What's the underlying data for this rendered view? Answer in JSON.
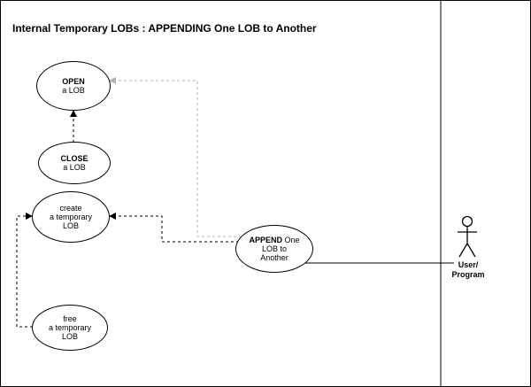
{
  "title": "Internal Temporary LOBs : APPENDING One LOB to Another",
  "colors": {
    "black": "#000000",
    "gray_arrow": "#b3b3b3",
    "background": "#ffffff"
  },
  "usecases": {
    "open": {
      "keyword": "OPEN",
      "line2": "a LOB"
    },
    "close": {
      "keyword": "CLOSE",
      "line2": "a LOB"
    },
    "create": {
      "line1": "create",
      "line2": "a temporary",
      "line3": "LOB"
    },
    "free": {
      "line1": "free",
      "line2": "a temporary",
      "line3": "LOB"
    },
    "append": {
      "keyword": "APPEND",
      "keyword_rest": "One",
      "line2": "LOB to",
      "line3": "Another"
    }
  },
  "actor": {
    "label_line1": "User/",
    "label_line2": "Program"
  }
}
